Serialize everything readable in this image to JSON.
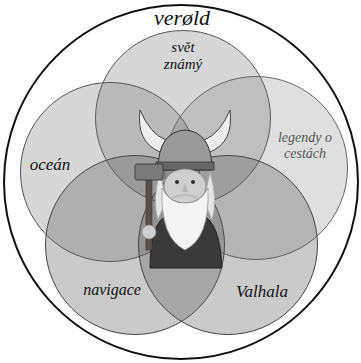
{
  "diagram": {
    "nodes": [
      {
        "text": [
          "verøld"
        ]
      },
      {
        "text": [
          "svět známý"
        ],
        "in": 0
      },
      {
        "text": [
          "oceán"
        ],
        "in": 0
      },
      {
        "text": [
          "legendy o cestách"
        ],
        "in": 0
      },
      {
        "text": [
          "navigace"
        ],
        "in": 0
      },
      {
        "text": [
          "Valhala"
        ],
        "in": 0
      }
    ]
  }
}
